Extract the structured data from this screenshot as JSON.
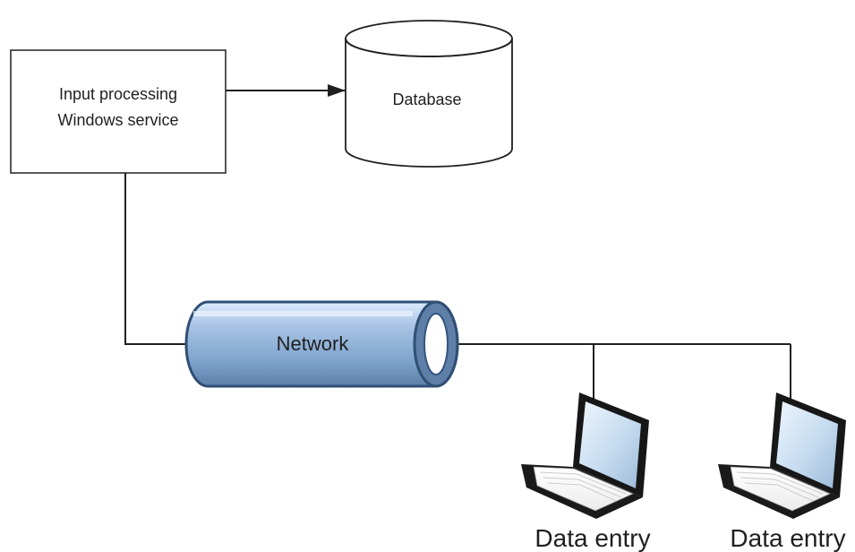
{
  "diagram": {
    "service": {
      "line1": "Input processing",
      "line2": "Windows service"
    },
    "database": {
      "label": "Database"
    },
    "network": {
      "label": "Network"
    },
    "laptops": [
      {
        "label": "Data entry"
      },
      {
        "label": "Data entry"
      }
    ]
  },
  "icons": {
    "database": "database-icon",
    "network": "network-pipe-icon",
    "laptop": "laptop-icon"
  },
  "colors": {
    "stroke": "#202020",
    "pipe_fill": "#8fb2d8",
    "pipe_highlight": "#dcecff",
    "pipe_dark": "#5f7fa8",
    "screen": "#c8dcef"
  }
}
